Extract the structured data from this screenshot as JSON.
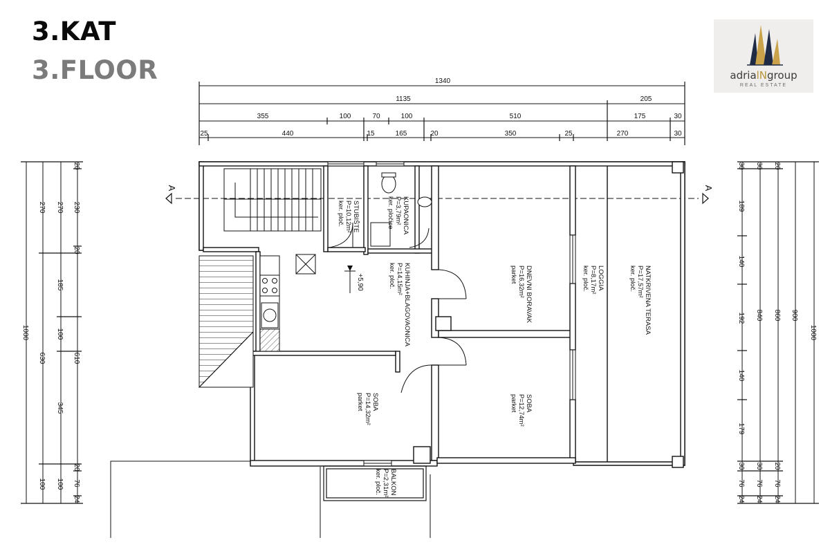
{
  "title": {
    "kat": "3.KAT",
    "floor": "3.FLOOR"
  },
  "logo": {
    "name_a": "adria",
    "name_b": "lN",
    "name_c": "group",
    "sub": "REAL ESTATE"
  },
  "dims_top": {
    "row1": [
      "1340"
    ],
    "row2": [
      "1135",
      "205"
    ],
    "row3": [
      "355",
      "100",
      "70",
      "100",
      "510",
      "175",
      "30"
    ],
    "row4": [
      "25",
      "440",
      "15",
      "165",
      "20",
      "350",
      "25",
      "270",
      "30"
    ]
  },
  "dims_left": {
    "col1": [
      "1000"
    ],
    "col2": [
      "270",
      "630",
      "100"
    ],
    "col3": [
      "270",
      "185",
      "100",
      "345",
      "100"
    ],
    "col4": [
      "20",
      "230",
      "20",
      "610",
      "20",
      "76",
      "24"
    ]
  },
  "dims_right": {
    "col1": [
      "30",
      "189",
      "140",
      "192",
      "140",
      "179",
      "30",
      "76",
      "24"
    ],
    "col2": [
      "30",
      "840",
      "30",
      "76",
      "24"
    ],
    "col3": [
      "20",
      "860",
      "20",
      "76",
      "24"
    ],
    "col4": [
      "900"
    ],
    "col5": [
      "1000"
    ]
  },
  "section_marks": {
    "left": "A",
    "right": "A"
  },
  "level": "+5,90",
  "rooms": [
    {
      "name": "STUBIŠTE",
      "area": "P=10,12m²",
      "floor": "ker. ploč."
    },
    {
      "name": "KUPAONICA",
      "area": "P=3,79m²",
      "floor": "ker. pločice"
    },
    {
      "name": "KUHINJA+BLAGOVAONICA",
      "area": "P=14,15m²",
      "floor": "ker. ploč."
    },
    {
      "name": "DNEVNI BORAVAK",
      "area": "P=16,32m²",
      "floor": "parket"
    },
    {
      "name": "LOGGIA",
      "area": "P=8,17m²",
      "floor": "ker. ploč."
    },
    {
      "name": "NATKRIVENA TERASA",
      "area": "P=17,57m²",
      "floor": "ker. ploč."
    },
    {
      "name": "SOBA",
      "area": "P=14,32m²",
      "floor": "parket"
    },
    {
      "name": "SOBA",
      "area": "P=12,74m²",
      "floor": "parket"
    },
    {
      "name": "BALKON",
      "area": "P=2,31m²",
      "floor": "ker. ploč."
    }
  ],
  "colors": {
    "line": "#111111",
    "title": "#0a0a0a",
    "title_grey": "#7b7b7b",
    "logo_gold": "#b8963a",
    "logo_navy": "#1f2a44"
  }
}
